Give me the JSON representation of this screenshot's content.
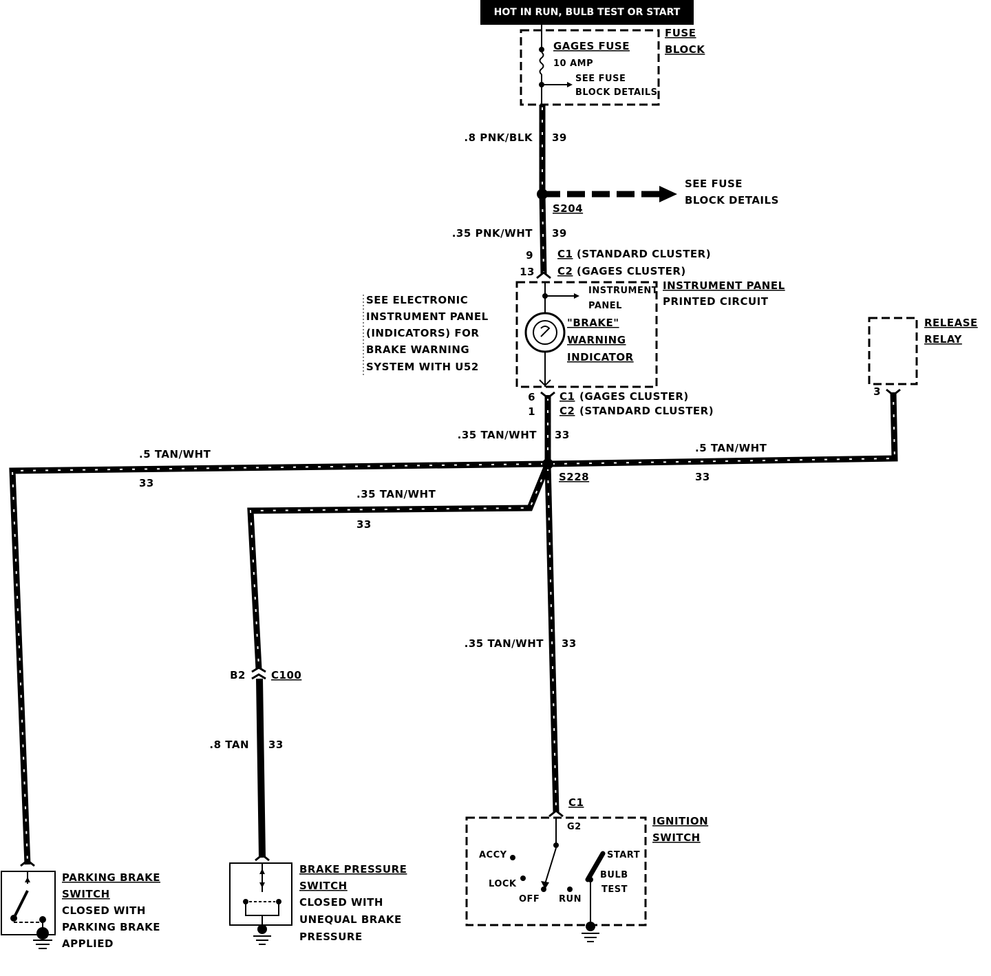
{
  "header": {
    "text": "HOT IN RUN, BULB TEST OR START"
  },
  "fuse_block": {
    "title_line1": "FUSE",
    "title_line2": "BLOCK",
    "fuse_name": "GAGES FUSE",
    "fuse_rating": "10 AMP",
    "details_line1": "SEE FUSE",
    "details_line2": "BLOCK DETAILS"
  },
  "wire_39_top": {
    "gauge_color": ".8 PNK/BLK",
    "circuit": "39"
  },
  "splice_s204": {
    "name": "S204",
    "ref_line1": "SEE FUSE",
    "ref_line2": "BLOCK DETAILS"
  },
  "wire_39_bottom": {
    "gauge_color": ".35 PNK/WHT",
    "circuit": "39"
  },
  "connector_top": {
    "pin_c1": "9",
    "pin_c2": "13",
    "c1": "C1",
    "c1_desc": "(STANDARD CLUSTER)",
    "c2": "C2",
    "c2_desc": "(GAGES CLUSTER)"
  },
  "instrument_panel": {
    "title_line1": "INSTRUMENT PANEL",
    "title_line2": "PRINTED CIRCUIT",
    "ref_line1": "INSTRUMENT",
    "ref_line2": "PANEL",
    "indicator_line1": "\"BRAKE\"",
    "indicator_line2": "WARNING",
    "indicator_line3": "INDICATOR"
  },
  "electronic_note": {
    "line1": "SEE ELECTRONIC",
    "line2": "INSTRUMENT PANEL",
    "line3": "(INDICATORS) FOR",
    "line4": "BRAKE WARNING",
    "line5": "SYSTEM WITH U52"
  },
  "connector_bottom": {
    "pin_c1": "6",
    "pin_c2": "1",
    "c1": "C1",
    "c1_desc": "(GAGES CLUSTER)",
    "c2": "C2",
    "c2_desc": "(STANDARD CLUSTER)"
  },
  "wire_33_upper": {
    "gauge_color": ".35 TAN/WHT",
    "circuit": "33"
  },
  "splice_s228": {
    "name": "S228"
  },
  "wire_33_left": {
    "gauge_color": ".5 TAN/WHT",
    "circuit": "33"
  },
  "wire_33_right": {
    "gauge_color": ".5 TAN/WHT",
    "circuit": "33"
  },
  "wire_33_mid": {
    "gauge_color": ".35 TAN/WHT",
    "circuit": "33"
  },
  "wire_33_ignition": {
    "gauge_color": ".35 TAN/WHT",
    "circuit": "33"
  },
  "release_relay": {
    "line1": "RELEASE",
    "line2": "RELAY",
    "pin": "3"
  },
  "connector_c100": {
    "pin": "B2",
    "name": "C100"
  },
  "wire_33_brake_pressure": {
    "gauge_color": ".8 TAN",
    "circuit": "33"
  },
  "parking_brake_switch": {
    "line1": "PARKING BRAKE",
    "line2": "SWITCH",
    "line3": "CLOSED WITH",
    "line4": "PARKING BRAKE",
    "line5": "APPLIED"
  },
  "brake_pressure_switch": {
    "line1": "BRAKE PRESSURE",
    "line2": "SWITCH",
    "line3": "CLOSED WITH",
    "line4": "UNEQUAL BRAKE",
    "line5": "PRESSURE"
  },
  "ignition_switch": {
    "title_line1": "IGNITION",
    "title_line2": "SWITCH",
    "connector": "C1",
    "pin": "G2",
    "pos_accy": "ACCY",
    "pos_lock": "LOCK",
    "pos_off": "OFF",
    "pos_run": "RUN",
    "pos_start": "START",
    "pos_bulb_line1": "BULB",
    "pos_bulb_line2": "TEST"
  }
}
